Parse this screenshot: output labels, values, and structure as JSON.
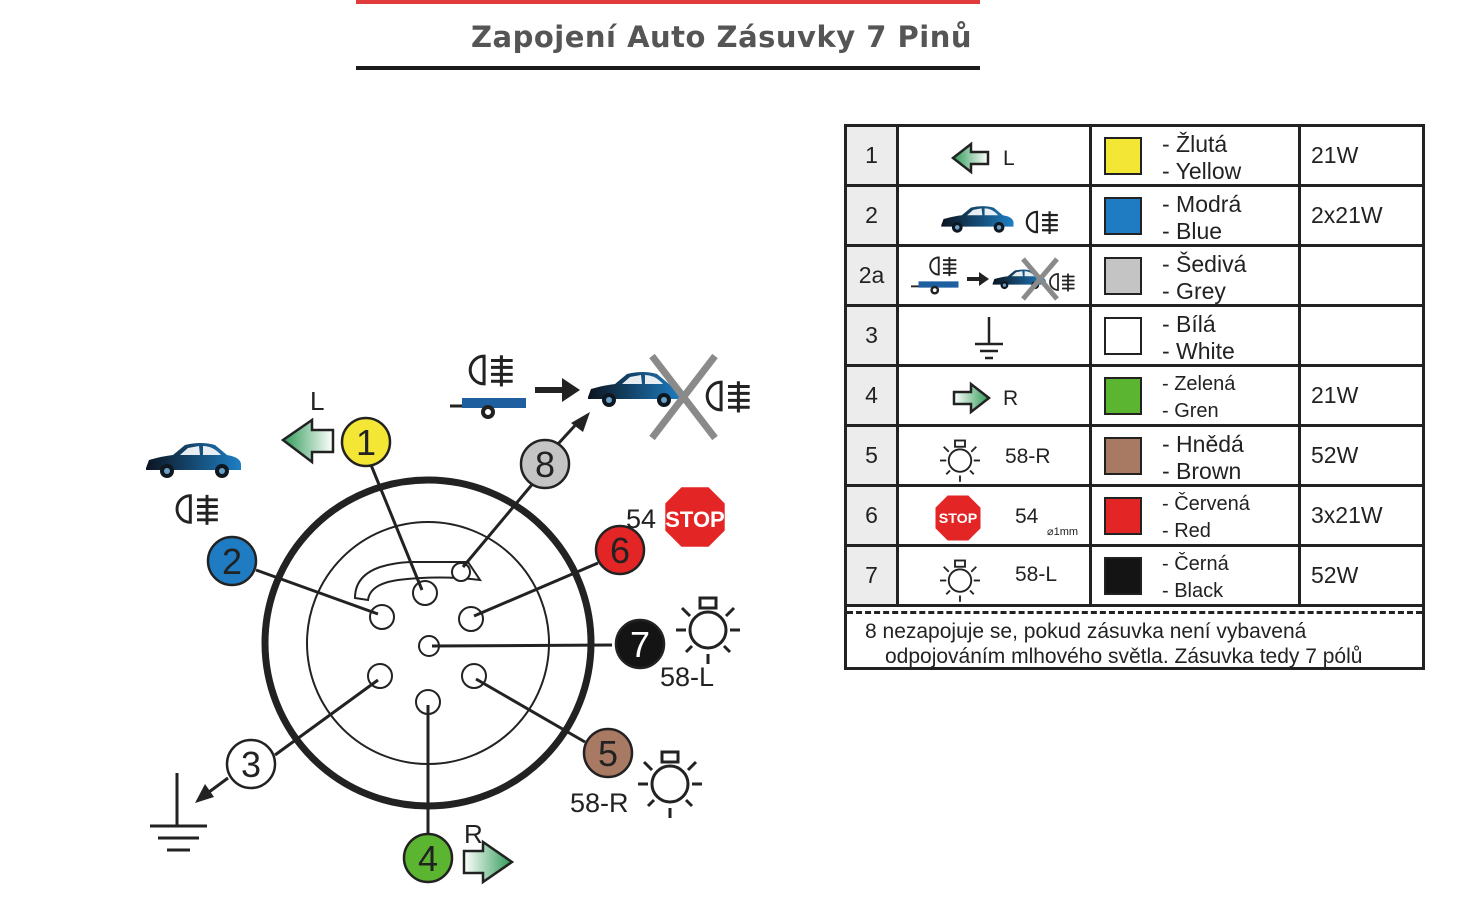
{
  "title": "Zapojení Auto Zásuvky 7 Pinů",
  "colors": {
    "yellow": "#f4e634",
    "blue": "#1f7bc2",
    "grey": "#c4c4c4",
    "white": "#ffffff",
    "green": "#5cb531",
    "brown": "#a97a63",
    "red": "#e32525",
    "black": "#141414",
    "title_red": "#e03a3a"
  },
  "diagram": {
    "pins": [
      {
        "num": "1",
        "color": "#f4e634",
        "text_color": "#222"
      },
      {
        "num": "2",
        "color": "#1f7bc2",
        "text_color": "#222"
      },
      {
        "num": "3",
        "color": "#ffffff",
        "text_color": "#222"
      },
      {
        "num": "4",
        "color": "#5cb531",
        "text_color": "#222"
      },
      {
        "num": "5",
        "color": "#a97a63",
        "text_color": "#222"
      },
      {
        "num": "6",
        "color": "#e32525",
        "text_color": "#222"
      },
      {
        "num": "7",
        "color": "#141414",
        "text_color": "#ffffff"
      },
      {
        "num": "8",
        "color": "#c4c4c4",
        "text_color": "#222"
      }
    ],
    "label_L": "L",
    "label_R": "R",
    "label_54": "54",
    "label_58L": "58-L",
    "label_58R": "58-R",
    "stop": "STOP"
  },
  "table": {
    "rows": [
      {
        "num": "1",
        "sym_label": "L",
        "swatch": "#f4e634",
        "cz": "- Žlutá",
        "en": "- Yellow",
        "power": "21W"
      },
      {
        "num": "2",
        "sym_label": "",
        "swatch": "#1f7bc2",
        "cz": "- Modrá",
        "en": "- Blue",
        "power": "2x21W"
      },
      {
        "num": "2a",
        "sym_label": "",
        "swatch": "#c4c4c4",
        "cz": "- Šedivá",
        "en": "- Grey",
        "power": ""
      },
      {
        "num": "3",
        "sym_label": "",
        "swatch": "#ffffff",
        "cz": "- Bílá",
        "en": "- White",
        "power": ""
      },
      {
        "num": "4",
        "sym_label": "R",
        "swatch": "#5cb531",
        "cz": "- Zelená",
        "en": "- Gren",
        "power": "21W"
      },
      {
        "num": "5",
        "sym_label": "58-R",
        "swatch": "#a97a63",
        "cz": "- Hnědá",
        "en": "- Brown",
        "power": "52W"
      },
      {
        "num": "6",
        "sym_label": "54",
        "sym_sub": "⌀1mm",
        "swatch": "#e32525",
        "cz": "- Červená",
        "en": "- Red",
        "power": "3x21W"
      },
      {
        "num": "7",
        "sym_label": "58-L",
        "swatch": "#141414",
        "cz": "- Černá",
        "en": "- Black",
        "power": "52W"
      }
    ],
    "note_line1": "8 nezapojuje se, pokud zásuvka není vybavená",
    "note_line2": "odpojováním mlhového světla. Zásuvka tedy 7 pólů"
  }
}
